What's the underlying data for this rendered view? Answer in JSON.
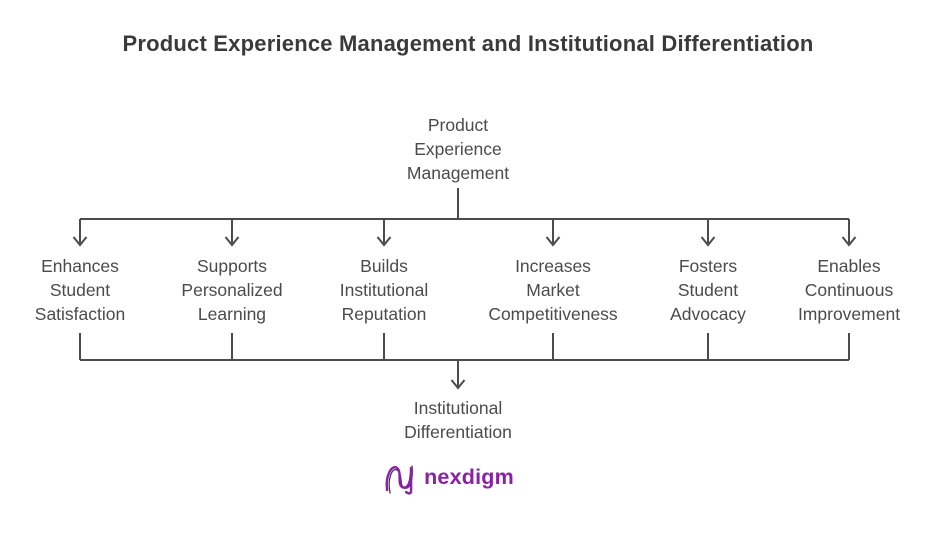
{
  "title": "Product Experience Management and Institutional Differentiation",
  "root": {
    "label": "Product\nExperience\nManagement"
  },
  "branches": [
    {
      "label": "Enhances\nStudent\nSatisfaction"
    },
    {
      "label": "Supports\nPersonalized\nLearning"
    },
    {
      "label": "Builds\nInstitutional\nReputation"
    },
    {
      "label": "Increases\nMarket\nCompetitiveness"
    },
    {
      "label": "Fosters\nStudent\nAdvocacy"
    },
    {
      "label": "Enables\nContinuous\nImprovement"
    }
  ],
  "result": {
    "label": "Institutional\nDifferentiation"
  },
  "logo": {
    "text": "nexdigm",
    "mark": "nexdigm-wave-icon"
  },
  "colors": {
    "background": "#ffffff",
    "line": "#4b4b4b",
    "text": "#4b4b4b",
    "title": "#3a3a3a",
    "brand_purple": "#8b1fa8",
    "brand_dark": "#3b3569"
  }
}
